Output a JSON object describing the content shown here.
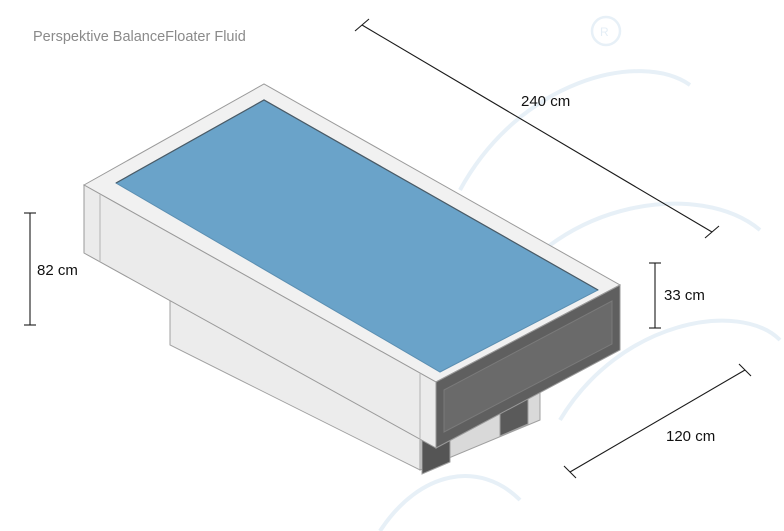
{
  "title": "Perspektive BalanceFloater Fluid",
  "dimensions": {
    "length": "240 cm",
    "height": "82 cm",
    "frame_height": "33 cm",
    "width": "120 cm"
  },
  "colors": {
    "water": "#6aa3c9",
    "frame_light": "#eeeeee",
    "frame_dark": "#5f5f5f",
    "outline": "#9a9a9a",
    "dimension_line": "#1a1a1a",
    "watermark": "#e7f0f7"
  }
}
